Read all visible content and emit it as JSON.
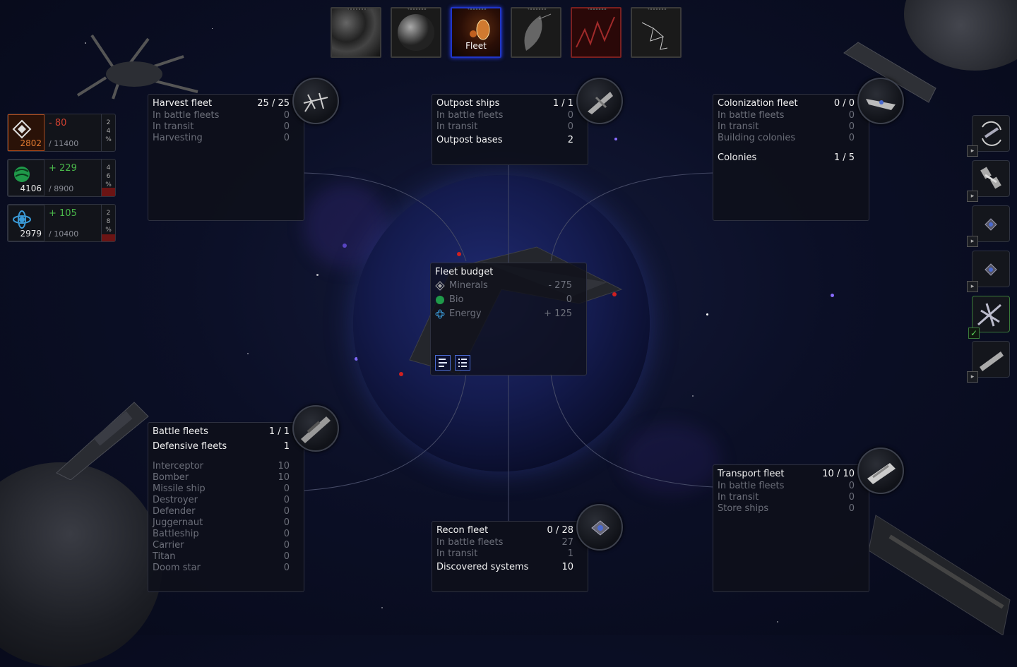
{
  "tabs": [
    {
      "id": "galaxy",
      "label": ""
    },
    {
      "id": "planet",
      "label": ""
    },
    {
      "id": "fleet",
      "label": "Fleet"
    },
    {
      "id": "research",
      "label": ""
    },
    {
      "id": "economy",
      "label": ""
    },
    {
      "id": "constellation",
      "label": ""
    }
  ],
  "resources": [
    {
      "name": "minerals",
      "delta": "- 80",
      "current": "2802",
      "cap": "/ 11400",
      "pct": [
        "2",
        "4",
        "%"
      ],
      "delta_color": "#d04030",
      "current_color": "#e07a30",
      "icon": "diamond-icon"
    },
    {
      "name": "bio",
      "delta": "+ 229",
      "current": "4106",
      "cap": "/ 8900",
      "pct": [
        "4",
        "6",
        "%"
      ],
      "delta_color": "#4ab84a",
      "current_color": "#e6e6e6",
      "icon": "bio-icon"
    },
    {
      "name": "energy",
      "delta": "+ 105",
      "current": "2979",
      "cap": "/ 10400",
      "pct": [
        "2",
        "8",
        "%"
      ],
      "delta_color": "#4ab84a",
      "current_color": "#e6e6e6",
      "icon": "atom-icon"
    }
  ],
  "harvest": {
    "title": "Harvest fleet",
    "count": "25 / 25",
    "rows": [
      {
        "label": "In battle fleets",
        "value": "0"
      },
      {
        "label": "In transit",
        "value": "0"
      },
      {
        "label": "Harvesting",
        "value": "0"
      }
    ]
  },
  "outpost": {
    "title": "Outpost ships",
    "count": "1 / 1",
    "rows": [
      {
        "label": "In battle fleets",
        "value": "0"
      },
      {
        "label": "In transit",
        "value": "0"
      }
    ],
    "bases_label": "Outpost bases",
    "bases_value": "2"
  },
  "colonization": {
    "title": "Colonization fleet",
    "count": "0 / 0",
    "rows": [
      {
        "label": "In battle fleets",
        "value": "0"
      },
      {
        "label": "In transit",
        "value": "0"
      },
      {
        "label": "Building colonies",
        "value": "0"
      }
    ],
    "colonies_label": "Colonies",
    "colonies_value": "1 / 5"
  },
  "budget": {
    "title": "Fleet budget",
    "rows": [
      {
        "label": "Minerals",
        "value": "- 275"
      },
      {
        "label": "Bio",
        "value": "0"
      },
      {
        "label": "Energy",
        "value": "+ 125"
      }
    ]
  },
  "battle": {
    "title": "Battle fleets",
    "count": "1 / 1",
    "defensive_label": "Defensive fleets",
    "defensive_value": "1",
    "rows": [
      {
        "label": "Interceptor",
        "value": "10"
      },
      {
        "label": "Bomber",
        "value": "10"
      },
      {
        "label": "Missile ship",
        "value": "0"
      },
      {
        "label": "Destroyer",
        "value": "0"
      },
      {
        "label": "Defender",
        "value": "0"
      },
      {
        "label": "Juggernaut",
        "value": "0"
      },
      {
        "label": "Battleship",
        "value": "0"
      },
      {
        "label": "Carrier",
        "value": "0"
      },
      {
        "label": "Titan",
        "value": "0"
      },
      {
        "label": "Doom star",
        "value": "0"
      }
    ]
  },
  "recon": {
    "title": "Recon fleet",
    "count": "0 / 28",
    "rows": [
      {
        "label": "In battle fleets",
        "value": "27"
      },
      {
        "label": "In transit",
        "value": "1"
      }
    ],
    "discovered_label": "Discovered systems",
    "discovered_value": "10"
  },
  "transport": {
    "title": "Transport fleet",
    "count": "10 / 10",
    "rows": [
      {
        "label": "In battle fleets",
        "value": "0"
      },
      {
        "label": "In transit",
        "value": "0"
      },
      {
        "label": "Store ships",
        "value": "0"
      }
    ]
  },
  "colors": {
    "accent": "#2036c8",
    "panel_border": "#2e3140",
    "dim_text": "#6c6f7a",
    "warn": "#b04a1a",
    "ok": "#4ab84a"
  }
}
